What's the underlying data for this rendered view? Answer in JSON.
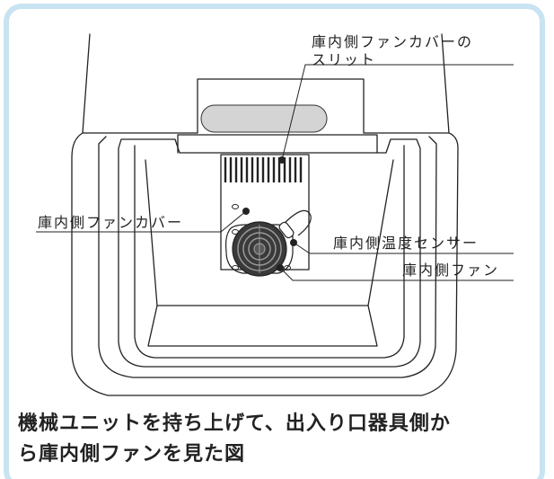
{
  "callouts": {
    "slit_line1": "庫内側ファンカバーの",
    "slit_line2": "スリット",
    "fan_cover": "庫内側ファンカバー",
    "temp_sensor": "庫内側温度センサー",
    "fan": "庫内側ファン"
  },
  "caption": {
    "line1": "機械ユニットを持ち上げて、出入り口器具側か",
    "line2": "ら庫内側ファンを見た図"
  },
  "colors": {
    "frame_border": "#c8e3f1",
    "line": "#222222",
    "handle_fill": "#d4d4d4"
  }
}
